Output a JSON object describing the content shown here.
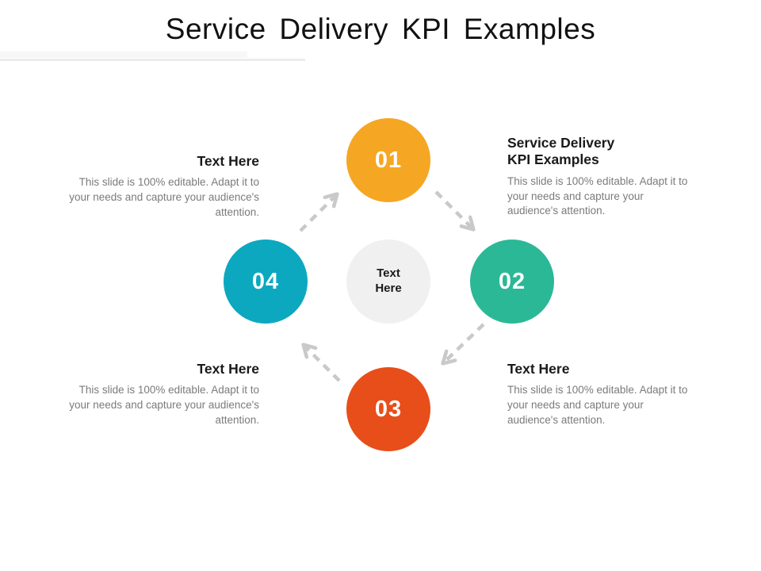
{
  "slide": {
    "title": "Service Delivery KPI Examples"
  },
  "diagram": {
    "arrow_color": "#c9c9c9",
    "center": {
      "label": "Text Here",
      "color": "#f0f0f0"
    },
    "nodes": [
      {
        "number": "01",
        "position": "top",
        "color": "#f5a623"
      },
      {
        "number": "02",
        "position": "right",
        "color": "#2bb896"
      },
      {
        "number": "03",
        "position": "bottom",
        "color": "#e84e1a"
      },
      {
        "number": "04",
        "position": "left",
        "color": "#0ca8c0"
      }
    ]
  },
  "callouts": [
    {
      "position": "top-left",
      "heading": "Text Here",
      "body": "This slide is 100% editable. Adapt it to your needs and capture your audience's attention."
    },
    {
      "position": "top-right",
      "heading": "Service Delivery KPI Examples",
      "body": "This slide is 100% editable. Adapt it to your needs and capture your audience's attention."
    },
    {
      "position": "bottom-left",
      "heading": "Text Here",
      "body": "This slide is 100% editable. Adapt it to your needs and capture your audience's attention."
    },
    {
      "position": "bottom-right",
      "heading": "Text Here",
      "body": "This slide is 100% editable. Adapt it to your needs and capture your audience's attention."
    }
  ]
}
